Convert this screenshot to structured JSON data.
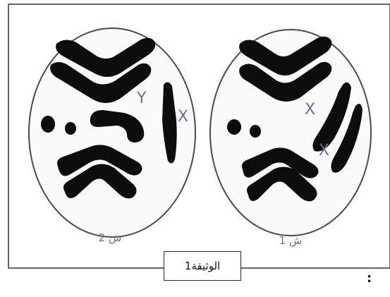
{
  "document_label": "الوثيقة1",
  "trailing_text": "‏: ",
  "cells": [
    {
      "caption": "ش 2",
      "sex_chromosome_labels": [
        "Y",
        "X"
      ]
    },
    {
      "caption": "ش 1",
      "sex_chromosome_labels": [
        "X",
        "X"
      ]
    }
  ],
  "colors": {
    "chromosome": "#0d0d0d",
    "cell_outline": "#4a4a4a",
    "cell_fill": "#fbfbfb",
    "label_ink": "#6a6f9a",
    "frame": "#333333"
  }
}
